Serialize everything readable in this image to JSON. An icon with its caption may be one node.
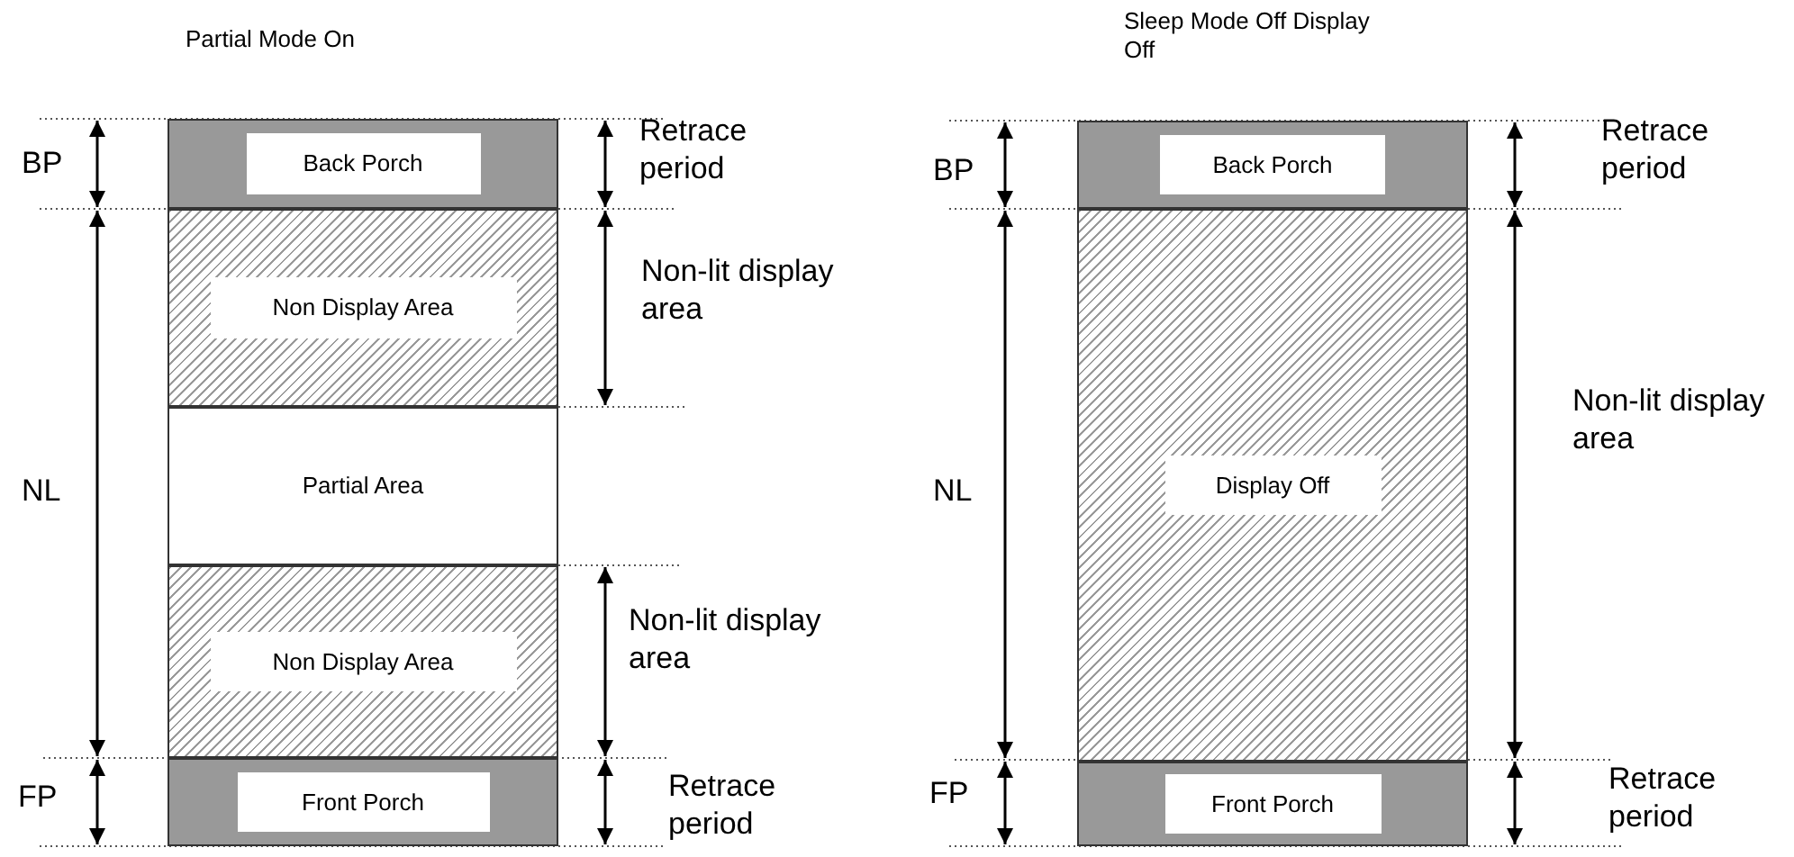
{
  "diagram": {
    "nodes": [
      {
        "text": [
          "Back Porch"
        ]
      },
      {
        "text": [
          "Non Display Area"
        ]
      },
      {
        "text": [
          "Partial Area"
        ]
      },
      {
        "text": [
          "Non Display Area"
        ]
      },
      {
        "text": [
          "Front Porch"
        ]
      },
      {
        "text": [
          "Back Porch"
        ]
      },
      {
        "text": [
          "Display Off"
        ]
      },
      {
        "text": [
          "Front Porch"
        ]
      }
    ],
    "labels": [
      "Partial Mode On",
      "Sleep Mode Off Display Off",
      "BP",
      "Retrace period",
      "Non-lit display area",
      "NL",
      "Non-lit display area",
      "FP",
      "Retrace period",
      "BP",
      "Retrace period",
      "NL",
      "Non-lit display area",
      "FP",
      "Retrace period"
    ]
  }
}
